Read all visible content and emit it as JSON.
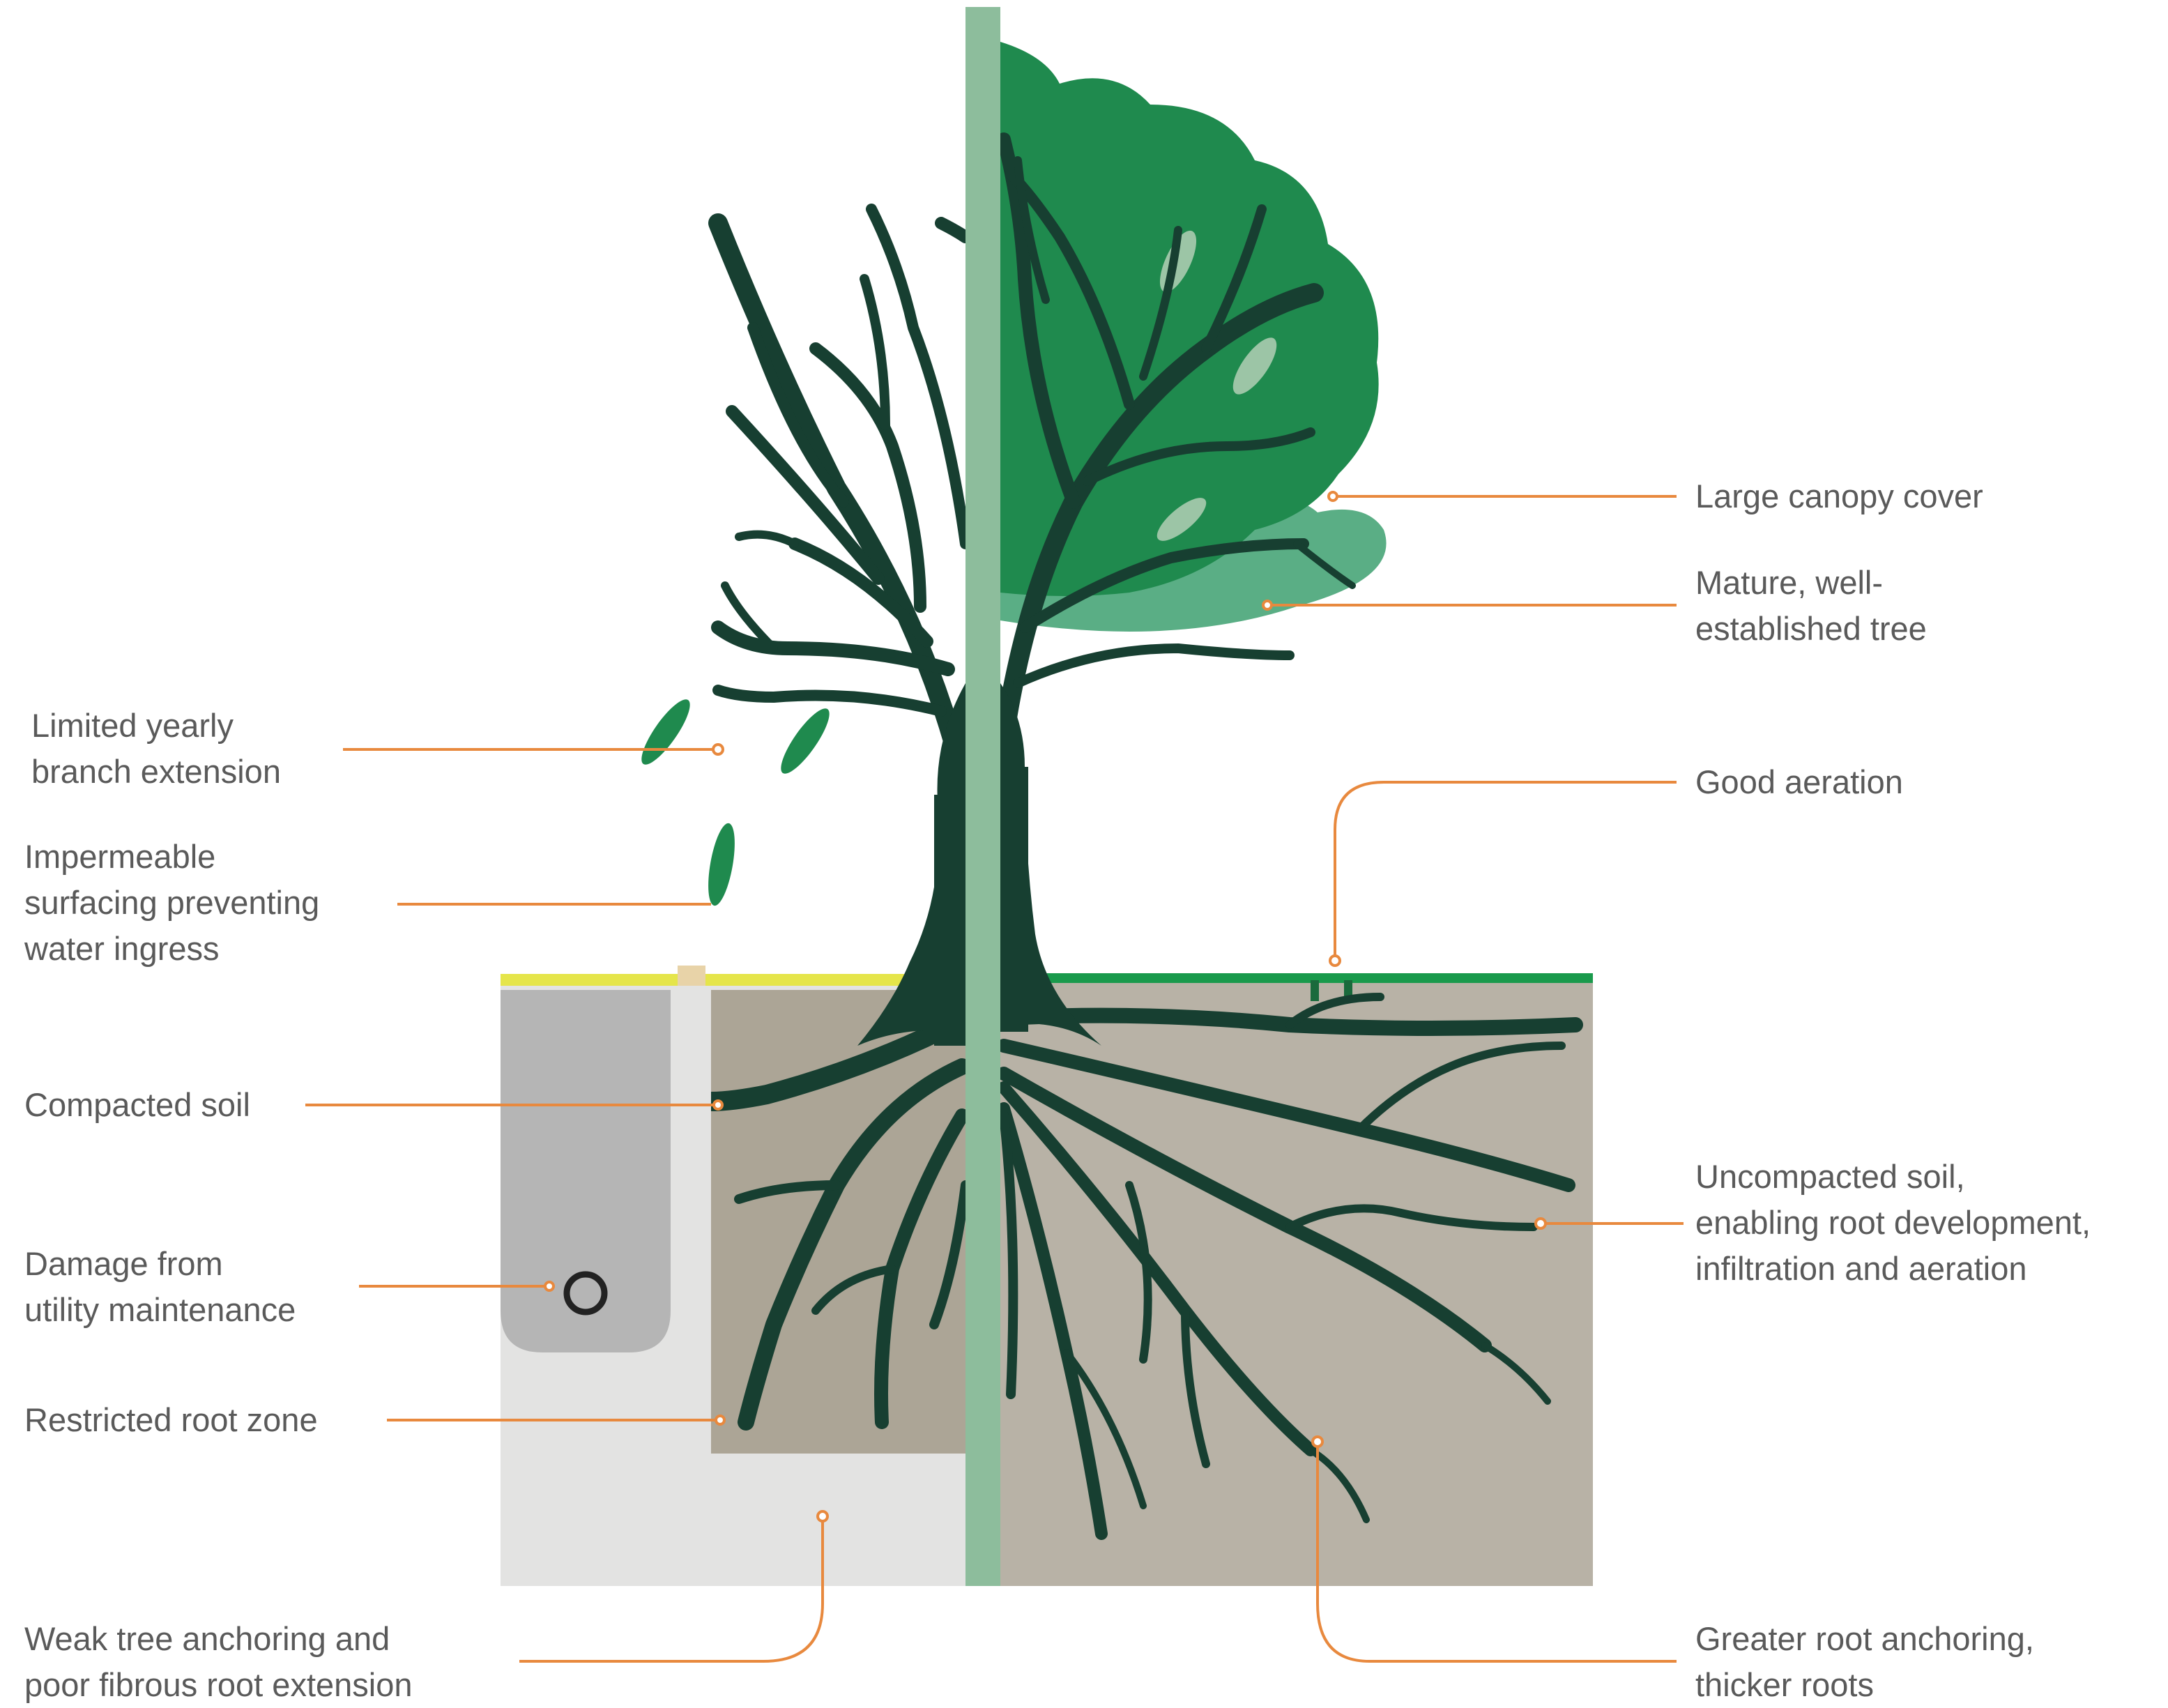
{
  "colors": {
    "leader": "#e8893e",
    "label_text": "#5a5a5a",
    "trunk": "#173f31",
    "canopy": "#1f8a4e",
    "canopy_light": "#5aae85",
    "divider": "#8dbd9c",
    "compacted_soil": "#aca596",
    "healthy_soil": "#b8b2a6",
    "ground": "#e3e3e2",
    "utility_trench": "#b5b5b5",
    "paving": "#e5e54a",
    "grass": "#1a9a4c"
  },
  "labels": {
    "left": [
      {
        "id": "limited-branch",
        "lines": [
          "Limited yearly",
          "branch extension"
        ]
      },
      {
        "id": "impermeable",
        "lines": [
          "Impermeable",
          "surfacing preventing",
          "water ingress"
        ]
      },
      {
        "id": "compacted",
        "lines": [
          "Compacted soil"
        ]
      },
      {
        "id": "utility",
        "lines": [
          "Damage from",
          "utility maintenance"
        ]
      },
      {
        "id": "restricted",
        "lines": [
          "Restricted root zone"
        ]
      },
      {
        "id": "weak-anchoring",
        "lines": [
          "Weak tree anchoring and",
          "poor fibrous root extension"
        ]
      }
    ],
    "right": [
      {
        "id": "canopy",
        "lines": [
          "Large canopy cover"
        ]
      },
      {
        "id": "mature",
        "lines": [
          "Mature, well-",
          "established tree"
        ]
      },
      {
        "id": "aeration",
        "lines": [
          "Good aeration"
        ]
      },
      {
        "id": "uncompacted",
        "lines": [
          "Uncompacted soil,",
          "enabling root development,",
          "infiltration and aeration"
        ]
      },
      {
        "id": "greater-anchoring",
        "lines": [
          "Greater root anchoring,",
          "thicker roots"
        ]
      }
    ]
  }
}
